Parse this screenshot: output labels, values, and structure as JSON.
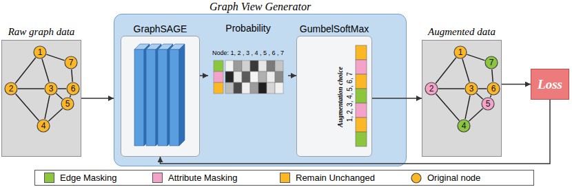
{
  "diagram": {
    "nodes": [
      {
        "text": [
          "Raw graph data"
        ]
      },
      {
        "text": [
          "1"
        ],
        "in": 0
      },
      {
        "text": [
          "2"
        ],
        "in": 0
      },
      {
        "text": [
          "3"
        ],
        "in": 0
      },
      {
        "text": [
          "4"
        ],
        "in": 0
      },
      {
        "text": [
          "5"
        ],
        "in": 0
      },
      {
        "text": [
          "6"
        ],
        "in": 0
      },
      {
        "text": [
          "7"
        ],
        "in": 0
      },
      {
        "text": [
          "Graph View Generator"
        ]
      },
      {
        "text": [
          "GraphSAGE"
        ],
        "in": 8
      },
      {
        "text": [
          "Probability",
          "Node: 1, 2 , 3 , 4 , 5 , 6 , 7"
        ],
        "in": 8
      },
      {
        "text": [
          "GumbelSoftMax",
          "Augmentation choice",
          "1, 2, 3, 4, 5, 6, 7"
        ],
        "in": 8
      },
      {
        "text": [
          "Augmented data"
        ]
      },
      {
        "text": [
          "1"
        ],
        "in": 12
      },
      {
        "text": [
          "2"
        ],
        "in": 12
      },
      {
        "text": [
          "3"
        ],
        "in": 12
      },
      {
        "text": [
          "4"
        ],
        "in": 12
      },
      {
        "text": [
          "5"
        ],
        "in": 12
      },
      {
        "text": [
          "6"
        ],
        "in": 12
      },
      {
        "text": [
          "7"
        ],
        "in": 12
      },
      {
        "text": [
          "Loss"
        ]
      }
    ],
    "edges": [
      {
        "from": 0,
        "to": 8,
        "arrow": "to"
      },
      {
        "from": 9,
        "to": 10,
        "arrow": "to"
      },
      {
        "from": 10,
        "to": 11,
        "arrow": "to"
      },
      {
        "from": 11,
        "to": 12,
        "arrow": "to"
      },
      {
        "from": 12,
        "to": 20,
        "arrow": "to"
      },
      {
        "from": 20,
        "to": 9,
        "arrow": "to"
      },
      {
        "from": 1,
        "to": 2,
        "arrow": "none"
      },
      {
        "from": 1,
        "to": 7,
        "arrow": "none"
      },
      {
        "from": 1,
        "to": 3,
        "arrow": "none"
      },
      {
        "from": 2,
        "to": 3,
        "arrow": "none"
      },
      {
        "from": 2,
        "to": 4,
        "arrow": "none"
      },
      {
        "from": 3,
        "to": 4,
        "arrow": "none"
      },
      {
        "from": 3,
        "to": 5,
        "arrow": "none"
      },
      {
        "from": 3,
        "to": 6,
        "arrow": "none"
      },
      {
        "from": 6,
        "to": 7,
        "arrow": "none"
      },
      {
        "from": 4,
        "to": 5,
        "arrow": "none"
      },
      {
        "from": 5,
        "to": 6,
        "arrow": "none"
      },
      {
        "from": 13,
        "to": 14,
        "arrow": "none"
      },
      {
        "from": 13,
        "to": 19,
        "arrow": "none"
      },
      {
        "from": 13,
        "to": 15,
        "arrow": "none"
      },
      {
        "from": 14,
        "to": 15,
        "arrow": "none"
      },
      {
        "from": 14,
        "to": 16,
        "arrow": "none"
      },
      {
        "from": 15,
        "to": 16,
        "arrow": "none"
      },
      {
        "from": 15,
        "to": 17,
        "arrow": "none"
      },
      {
        "from": 15,
        "to": 18,
        "arrow": "none"
      },
      {
        "from": 18,
        "to": 19,
        "arrow": "none"
      },
      {
        "from": 16,
        "to": 17,
        "arrow": "none"
      },
      {
        "from": 17,
        "to": 18,
        "arrow": "none"
      }
    ],
    "legend": [
      {
        "text": "Edge Masking",
        "color": "#8cc63e"
      },
      {
        "text": "Attribute Masking",
        "color": "#f4a3c8"
      },
      {
        "text": "Remain Unchanged",
        "color": "#fbb726"
      },
      {
        "text": "Original node"
      }
    ]
  }
}
